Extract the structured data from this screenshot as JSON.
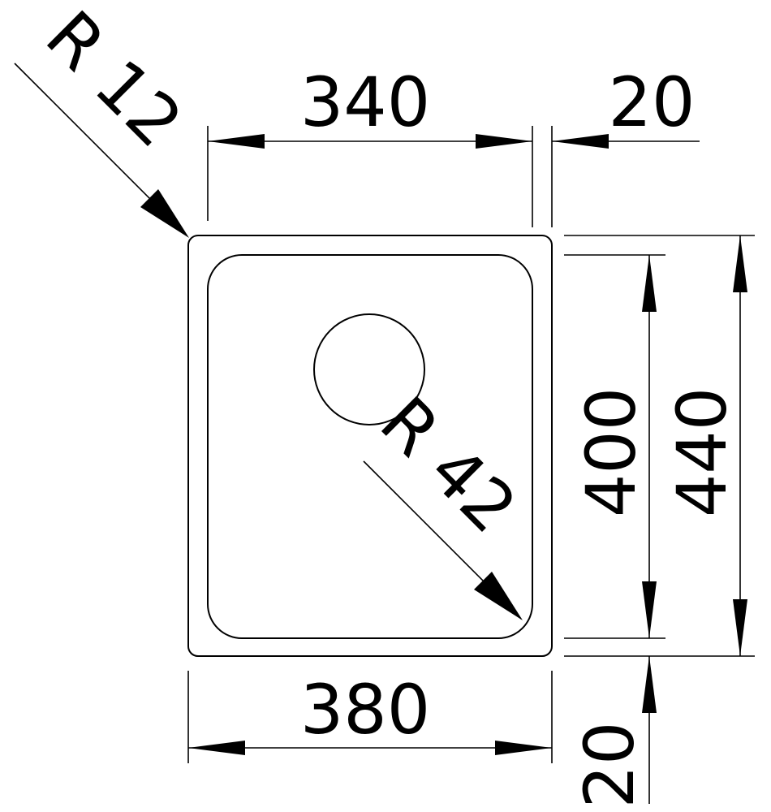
{
  "drawing": {
    "dimensions": {
      "inner_width": "340",
      "rim_width": "20",
      "outer_width": "380",
      "inner_depth": "400",
      "outer_depth": "440",
      "bottom_rim": "20",
      "outer_radius": "R 12",
      "inner_radius": "R 42"
    }
  }
}
